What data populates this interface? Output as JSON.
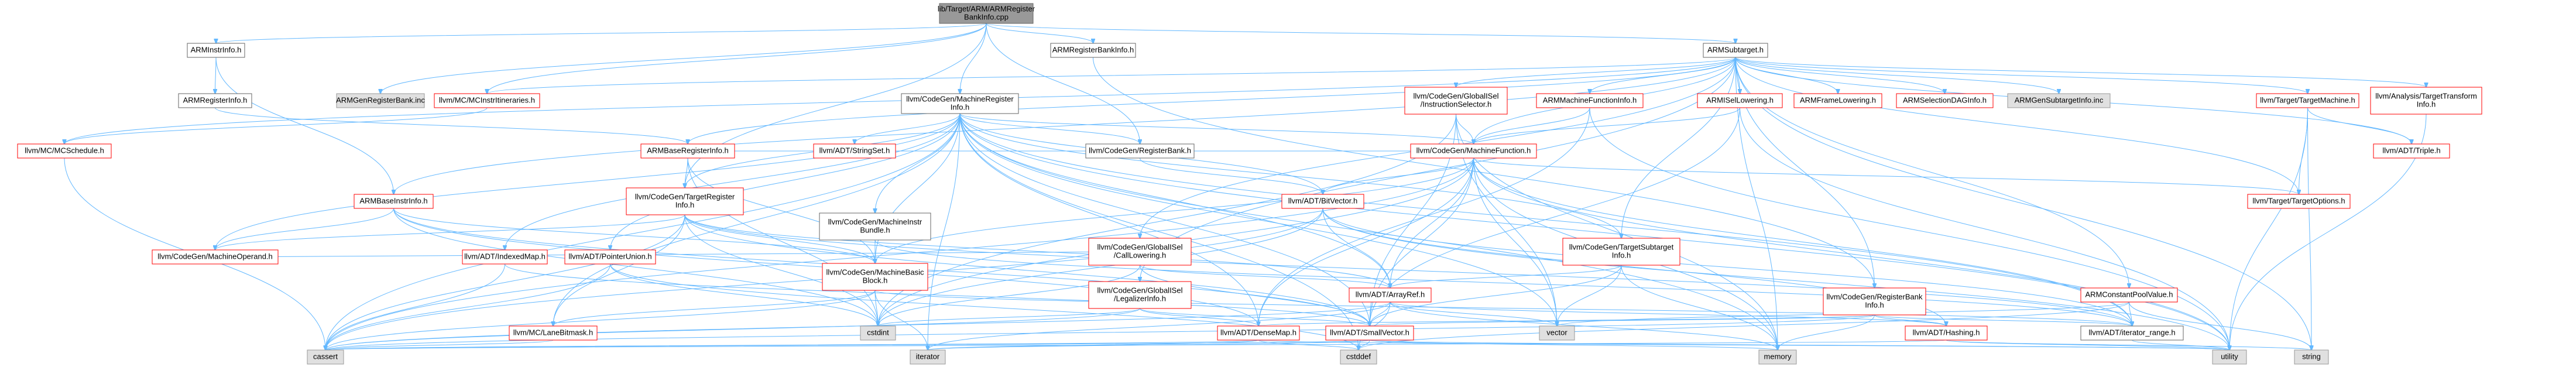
{
  "diagram": {
    "nodes": [
      {
        "id": "root",
        "label": [
          "lib/Target/ARM/ARMRegister",
          "BankInfo.cpp"
        ],
        "style": "root"
      },
      {
        "id": "ARMInstrInfo",
        "label": [
          "ARMInstrInfo.h"
        ],
        "style": "std"
      },
      {
        "id": "ARMGenRegisterBank",
        "label": [
          "ARMGenRegisterBank.inc"
        ],
        "style": "gray"
      },
      {
        "id": "MCInstrItineraries",
        "label": [
          "llvm/MC/MCInstrItineraries.h"
        ],
        "style": "red"
      },
      {
        "id": "MachineRegisterInfo",
        "label": [
          "llvm/CodeGen/MachineRegister",
          "Info.h"
        ],
        "style": "std"
      },
      {
        "id": "ARMRegisterBankInfo",
        "label": [
          "ARMRegisterBankInfo.h"
        ],
        "style": "std"
      },
      {
        "id": "ARMSubtarget",
        "label": [
          "ARMSubtarget.h"
        ],
        "style": "std"
      },
      {
        "id": "ARMRegisterInfo",
        "label": [
          "ARMRegisterInfo.h"
        ],
        "style": "std"
      },
      {
        "id": "MCSchedule",
        "label": [
          "llvm/MC/MCSchedule.h"
        ],
        "style": "red"
      },
      {
        "id": "ARMBaseRegisterInfo",
        "label": [
          "ARMBaseRegisterInfo.h"
        ],
        "style": "red"
      },
      {
        "id": "StringSet",
        "label": [
          "llvm/ADT/StringSet.h"
        ],
        "style": "red"
      },
      {
        "id": "CGRegisterBank",
        "label": [
          "llvm/CodeGen/RegisterBank.h"
        ],
        "style": "std"
      },
      {
        "id": "InstructionSelector",
        "label": [
          "llvm/CodeGen/GlobalISel",
          "/InstructionSelector.h"
        ],
        "style": "red"
      },
      {
        "id": "ARMMachineFunctionInfo",
        "label": [
          "ARMMachineFunctionInfo.h"
        ],
        "style": "red"
      },
      {
        "id": "ARMISelLowering",
        "label": [
          "ARMISelLowering.h"
        ],
        "style": "red"
      },
      {
        "id": "ARMFrameLowering",
        "label": [
          "ARMFrameLowering.h"
        ],
        "style": "red"
      },
      {
        "id": "ARMSelectionDAGInfo",
        "label": [
          "ARMSelectionDAGInfo.h"
        ],
        "style": "red"
      },
      {
        "id": "ARMGenSubtargetInfo",
        "label": [
          "ARMGenSubtargetInfo.inc"
        ],
        "style": "gray"
      },
      {
        "id": "TargetMachine",
        "label": [
          "llvm/Target/TargetMachine.h"
        ],
        "style": "red"
      },
      {
        "id": "TargetTransformInfo",
        "label": [
          "llvm/Analysis/TargetTransform",
          "Info.h"
        ],
        "style": "red"
      },
      {
        "id": "ARMBaseInstrInfo",
        "label": [
          "ARMBaseInstrInfo.h"
        ],
        "style": "red"
      },
      {
        "id": "TargetRegisterInfo",
        "label": [
          "llvm/CodeGen/TargetRegister",
          "Info.h"
        ],
        "style": "red"
      },
      {
        "id": "MachineInstrBundle",
        "label": [
          "llvm/CodeGen/MachineInstr",
          "Bundle.h"
        ],
        "style": "std"
      },
      {
        "id": "MachineFunction",
        "label": [
          "llvm/CodeGen/MachineFunction.h"
        ],
        "style": "red"
      },
      {
        "id": "CallLowering",
        "label": [
          "llvm/CodeGen/GlobalISel",
          "/CallLowering.h"
        ],
        "style": "red"
      },
      {
        "id": "BitVector",
        "label": [
          "llvm/ADT/BitVector.h"
        ],
        "style": "red"
      },
      {
        "id": "TargetSubtargetInfo",
        "label": [
          "llvm/CodeGen/TargetSubtarget",
          "Info.h"
        ],
        "style": "red"
      },
      {
        "id": "TargetOptions",
        "label": [
          "llvm/Target/TargetOptions.h"
        ],
        "style": "red"
      },
      {
        "id": "Triple",
        "label": [
          "llvm/ADT/Triple.h"
        ],
        "style": "red"
      },
      {
        "id": "MachineOperand",
        "label": [
          "llvm/CodeGen/MachineOperand.h"
        ],
        "style": "red"
      },
      {
        "id": "IndexedMap",
        "label": [
          "llvm/ADT/IndexedMap.h"
        ],
        "style": "red"
      },
      {
        "id": "PointerUnion",
        "label": [
          "llvm/ADT/PointerUnion.h"
        ],
        "style": "red"
      },
      {
        "id": "MachineBasicBlock",
        "label": [
          "llvm/CodeGen/MachineBasic",
          "Block.h"
        ],
        "style": "red"
      },
      {
        "id": "LegalizerInfo",
        "label": [
          "llvm/CodeGen/GlobalISel",
          "/LegalizerInfo.h"
        ],
        "style": "red"
      },
      {
        "id": "ArrayRef",
        "label": [
          "llvm/ADT/ArrayRef.h"
        ],
        "style": "red"
      },
      {
        "id": "CGRegisterBankInfo",
        "label": [
          "llvm/CodeGen/RegisterBank",
          "Info.h"
        ],
        "style": "red"
      },
      {
        "id": "ARMConstantPoolValue",
        "label": [
          "ARMConstantPoolValue.h"
        ],
        "style": "red"
      },
      {
        "id": "LaneBitmask",
        "label": [
          "llvm/MC/LaneBitmask.h"
        ],
        "style": "red"
      },
      {
        "id": "cstdint",
        "label": [
          "cstdint"
        ],
        "style": "sys"
      },
      {
        "id": "DenseMap",
        "label": [
          "llvm/ADT/DenseMap.h"
        ],
        "style": "red"
      },
      {
        "id": "SmallVector",
        "label": [
          "llvm/ADT/SmallVector.h"
        ],
        "style": "red"
      },
      {
        "id": "vector",
        "label": [
          "vector"
        ],
        "style": "sys"
      },
      {
        "id": "Hashing",
        "label": [
          "llvm/ADT/Hashing.h"
        ],
        "style": "red"
      },
      {
        "id": "iterator_range",
        "label": [
          "llvm/ADT/iterator_range.h"
        ],
        "style": "std"
      },
      {
        "id": "cassert",
        "label": [
          "cassert"
        ],
        "style": "sys"
      },
      {
        "id": "iterator",
        "label": [
          "iterator"
        ],
        "style": "sys"
      },
      {
        "id": "cstddef",
        "label": [
          "cstddef"
        ],
        "style": "sys"
      },
      {
        "id": "memory",
        "label": [
          "memory"
        ],
        "style": "sys"
      },
      {
        "id": "utility",
        "label": [
          "utility"
        ],
        "style": "sys"
      },
      {
        "id": "string",
        "label": [
          "string"
        ],
        "style": "sys"
      }
    ],
    "edges": [
      [
        "root",
        "ARMInstrInfo"
      ],
      [
        "root",
        "ARMGenRegisterBank"
      ],
      [
        "root",
        "MCInstrItineraries"
      ],
      [
        "root",
        "MachineRegisterInfo"
      ],
      [
        "root",
        "ARMRegisterBankInfo"
      ],
      [
        "root",
        "ARMSubtarget"
      ],
      [
        "root",
        "CGRegisterBank"
      ],
      [
        "root",
        "TargetRegisterInfo"
      ],
      [
        "ARMInstrInfo",
        "ARMRegisterInfo"
      ],
      [
        "ARMInstrInfo",
        "ARMBaseInstrInfo"
      ],
      [
        "ARMRegisterInfo",
        "ARMBaseRegisterInfo"
      ],
      [
        "MCInstrItineraries",
        "MCSchedule"
      ],
      [
        "MCSchedule",
        "cassert"
      ],
      [
        "MachineRegisterInfo",
        "MachineBasicBlock"
      ],
      [
        "MachineRegisterInfo",
        "StringSet"
      ],
      [
        "MachineRegisterInfo",
        "CGRegisterBank"
      ],
      [
        "MachineRegisterInfo",
        "MachineFunction"
      ],
      [
        "MachineRegisterInfo",
        "MachineInstrBundle"
      ],
      [
        "MachineRegisterInfo",
        "TargetRegisterInfo"
      ],
      [
        "MachineRegisterInfo",
        "IndexedMap"
      ],
      [
        "MachineRegisterInfo",
        "PointerUnion"
      ],
      [
        "MachineRegisterInfo",
        "ArrayRef"
      ],
      [
        "MachineRegisterInfo",
        "BitVector"
      ],
      [
        "MachineRegisterInfo",
        "DenseMap"
      ],
      [
        "MachineRegisterInfo",
        "SmallVector"
      ],
      [
        "MachineRegisterInfo",
        "iterator_range"
      ],
      [
        "MachineRegisterInfo",
        "TargetSubtargetInfo"
      ],
      [
        "MachineRegisterInfo",
        "LaneBitmask"
      ],
      [
        "MachineRegisterInfo",
        "cassert"
      ],
      [
        "MachineRegisterInfo",
        "cstddef"
      ],
      [
        "MachineRegisterInfo",
        "iterator"
      ],
      [
        "MachineRegisterInfo",
        "memory"
      ],
      [
        "MachineRegisterInfo",
        "utility"
      ],
      [
        "MachineRegisterInfo",
        "vector"
      ],
      [
        "MachineRegisterInfo",
        "MachineOperand"
      ],
      [
        "ARMRegisterBankInfo",
        "CGRegisterBankInfo"
      ],
      [
        "ARMSubtarget",
        "ARMBaseInstrInfo"
      ],
      [
        "ARMSubtarget",
        "ARMBaseRegisterInfo"
      ],
      [
        "ARMSubtarget",
        "ARMConstantPoolValue"
      ],
      [
        "ARMSubtarget",
        "ARMFrameLowering"
      ],
      [
        "ARMSubtarget",
        "ARMISelLowering"
      ],
      [
        "ARMSubtarget",
        "ARMMachineFunctionInfo"
      ],
      [
        "ARMSubtarget",
        "ARMSelectionDAGInfo"
      ],
      [
        "ARMSubtarget",
        "ARMGenSubtargetInfo"
      ],
      [
        "ARMSubtarget",
        "Triple"
      ],
      [
        "ARMSubtarget",
        "CallLowering"
      ],
      [
        "ARMSubtarget",
        "InstructionSelector"
      ],
      [
        "ARMSubtarget",
        "LegalizerInfo"
      ],
      [
        "ARMSubtarget",
        "CGRegisterBankInfo"
      ],
      [
        "ARMSubtarget",
        "MachineFunction"
      ],
      [
        "ARMSubtarget",
        "TargetSubtargetInfo"
      ],
      [
        "ARMSubtarget",
        "MCInstrItineraries"
      ],
      [
        "ARMSubtarget",
        "MCSchedule"
      ],
      [
        "ARMSubtarget",
        "TargetMachine"
      ],
      [
        "ARMSubtarget",
        "TargetOptions"
      ],
      [
        "ARMSubtarget",
        "TargetTransformInfo"
      ],
      [
        "ARMSubtarget",
        "memory"
      ],
      [
        "ARMSubtarget",
        "string"
      ],
      [
        "ARMBaseRegisterInfo",
        "TargetRegisterInfo"
      ],
      [
        "ARMBaseRegisterInfo",
        "MachineBasicBlock"
      ],
      [
        "ARMBaseRegisterInfo",
        "MachineFunction"
      ],
      [
        "ARMBaseRegisterInfo",
        "cstdint"
      ],
      [
        "CGRegisterBank",
        "BitVector"
      ],
      [
        "InstructionSelector",
        "MachineFunction"
      ],
      [
        "InstructionSelector",
        "cstdint"
      ],
      [
        "InstructionSelector",
        "memory"
      ],
      [
        "InstructionSelector",
        "SmallVector"
      ],
      [
        "InstructionSelector",
        "vector"
      ],
      [
        "ARMMachineFunctionInfo",
        "MachineFunction"
      ],
      [
        "ARMMachineFunctionInfo",
        "DenseMap"
      ],
      [
        "ARMMachineFunctionInfo",
        "utility"
      ],
      [
        "ARMISelLowering",
        "MachineFunction"
      ],
      [
        "ARMISelLowering",
        "utility"
      ],
      [
        "ARMISelLowering",
        "SmallVector"
      ],
      [
        "TargetMachine",
        "Triple"
      ],
      [
        "TargetMachine",
        "TargetOptions"
      ],
      [
        "TargetMachine",
        "string"
      ],
      [
        "TargetMachine",
        "utility"
      ],
      [
        "TargetTransformInfo",
        "utility"
      ],
      [
        "ARMBaseInstrInfo",
        "MachineBasicBlock"
      ],
      [
        "ARMBaseInstrInfo",
        "MachineOperand"
      ],
      [
        "ARMBaseInstrInfo",
        "SmallVector"
      ],
      [
        "ARMBaseInstrInfo",
        "DenseMap"
      ],
      [
        "ARMBaseInstrInfo",
        "cstdint"
      ],
      [
        "TargetRegisterInfo",
        "ArrayRef"
      ],
      [
        "TargetRegisterInfo",
        "SmallVector"
      ],
      [
        "TargetRegisterInfo",
        "iterator_range"
      ],
      [
        "TargetRegisterInfo",
        "MachineBasicBlock"
      ],
      [
        "TargetRegisterInfo",
        "LaneBitmask"
      ],
      [
        "TargetRegisterInfo",
        "cassert"
      ],
      [
        "TargetRegisterInfo",
        "cstdint"
      ],
      [
        "TargetRegisterInfo",
        "MachineOperand"
      ],
      [
        "MachineInstrBundle",
        "MachineBasicBlock"
      ],
      [
        "MachineInstrBundle",
        "iterator_range"
      ],
      [
        "MachineFunction",
        "ArrayRef"
      ],
      [
        "MachineFunction",
        "BitVector"
      ],
      [
        "MachineFunction",
        "DenseMap"
      ],
      [
        "MachineFunction",
        "SmallVector"
      ],
      [
        "MachineFunction",
        "iterator_range"
      ],
      [
        "MachineFunction",
        "MachineBasicBlock"
      ],
      [
        "MachineFunction",
        "cassert"
      ],
      [
        "MachineFunction",
        "cstdint"
      ],
      [
        "MachineFunction",
        "memory"
      ],
      [
        "MachineFunction",
        "utility"
      ],
      [
        "MachineFunction",
        "vector"
      ],
      [
        "MachineFunction",
        "TargetOptions"
      ],
      [
        "CallLowering",
        "ArrayRef"
      ],
      [
        "CallLowering",
        "SmallVector"
      ],
      [
        "CallLowering",
        "cstdint"
      ],
      [
        "CallLowering",
        "MachineOperand"
      ],
      [
        "BitVector",
        "ArrayRef"
      ],
      [
        "BitVector",
        "iterator_range"
      ],
      [
        "BitVector",
        "cassert"
      ],
      [
        "BitVector",
        "cstdint"
      ],
      [
        "BitVector",
        "utility"
      ],
      [
        "BitVector",
        "Hashing"
      ],
      [
        "TargetSubtargetInfo",
        "ArrayRef"
      ],
      [
        "TargetSubtargetInfo",
        "SmallVector"
      ],
      [
        "TargetSubtargetInfo",
        "memory"
      ],
      [
        "TargetSubtargetInfo",
        "vector"
      ],
      [
        "IndexedMap",
        "cassert"
      ],
      [
        "IndexedMap",
        "SmallVector"
      ],
      [
        "PointerUnion",
        "cassert"
      ],
      [
        "PointerUnion",
        "cstddef"
      ],
      [
        "PointerUnion",
        "cstdint"
      ],
      [
        "MachineBasicBlock",
        "iterator_range"
      ],
      [
        "MachineBasicBlock",
        "LaneBitmask"
      ],
      [
        "MachineBasicBlock",
        "cassert"
      ],
      [
        "MachineBasicBlock",
        "cstdint"
      ],
      [
        "MachineBasicBlock",
        "iterator"
      ],
      [
        "LegalizerInfo",
        "SmallVector"
      ],
      [
        "LegalizerInfo",
        "cassert"
      ],
      [
        "LegalizerInfo",
        "cstdint"
      ],
      [
        "LegalizerInfo",
        "DenseMap"
      ],
      [
        "ArrayRef",
        "Hashing"
      ],
      [
        "ArrayRef",
        "SmallVector"
      ],
      [
        "ArrayRef",
        "cassert"
      ],
      [
        "ArrayRef",
        "cstddef"
      ],
      [
        "ArrayRef",
        "iterator"
      ],
      [
        "ArrayRef",
        "memory"
      ],
      [
        "ArrayRef",
        "vector"
      ],
      [
        "CGRegisterBankInfo",
        "Hashing"
      ],
      [
        "CGRegisterBankInfo",
        "SmallVector"
      ],
      [
        "CGRegisterBankInfo",
        "iterator_range"
      ],
      [
        "CGRegisterBankInfo",
        "cassert"
      ],
      [
        "CGRegisterBankInfo",
        "memory"
      ],
      [
        "CGRegisterBankInfo",
        "DenseMap"
      ],
      [
        "ARMConstantPoolValue",
        "iterator_range"
      ],
      [
        "ARMConstantPoolValue",
        "cstddef"
      ],
      [
        "ARMConstantPoolValue",
        "string"
      ],
      [
        "ARMConstantPoolValue",
        "vector"
      ],
      [
        "LaneBitmask",
        "cassert"
      ],
      [
        "DenseMap",
        "cassert"
      ],
      [
        "DenseMap",
        "cstddef"
      ],
      [
        "DenseMap",
        "iterator"
      ],
      [
        "DenseMap",
        "utility"
      ],
      [
        "SmallVector",
        "cassert"
      ],
      [
        "SmallVector",
        "cstddef"
      ],
      [
        "SmallVector",
        "iterator"
      ],
      [
        "SmallVector",
        "memory"
      ],
      [
        "SmallVector",
        "utility"
      ],
      [
        "Hashing",
        "cassert"
      ],
      [
        "Hashing",
        "string"
      ],
      [
        "Hashing",
        "utility"
      ],
      [
        "iterator_range",
        "utility"
      ]
    ]
  }
}
